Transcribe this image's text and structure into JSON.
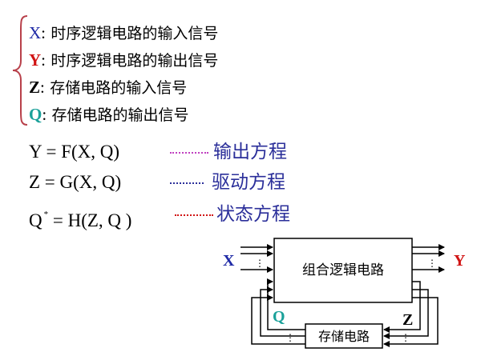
{
  "definitions": [
    {
      "symbol": "X",
      "colon": ":",
      "text": "时序逻辑电路的输入信号"
    },
    {
      "symbol": "Y",
      "colon": ":",
      "text": "时序逻辑电路的输出信号"
    },
    {
      "symbol": "Z",
      "colon": ":",
      "text": "存储电路的输入信号"
    },
    {
      "symbol": "Q",
      "colon": ":",
      "text": "存储电路的输出信号"
    }
  ],
  "equations": [
    {
      "formula": "Y = F(X, Q)",
      "label": "输出方程",
      "dot_color": "#c040c0"
    },
    {
      "formula": "Z = G(X, Q)",
      "label": "驱动方程",
      "dot_color": "#2b2f9a"
    },
    {
      "formula": "Q",
      "sup": "*",
      "formula_rest": " = H(Z, Q )",
      "label": "状态方程",
      "dot_color": "#d11414"
    }
  ],
  "diagram": {
    "comb_block": "组合逻辑电路",
    "storage_block": "存储电路",
    "input_label": "X",
    "output_label": "Y",
    "feedback_q_label": "Q",
    "feedback_z_label": "Z",
    "ellipsis": "⋮"
  },
  "colors": {
    "x": "#1f2aa6",
    "y": "#d11414",
    "q": "#1ba19a",
    "label": "#2b2f9a"
  }
}
